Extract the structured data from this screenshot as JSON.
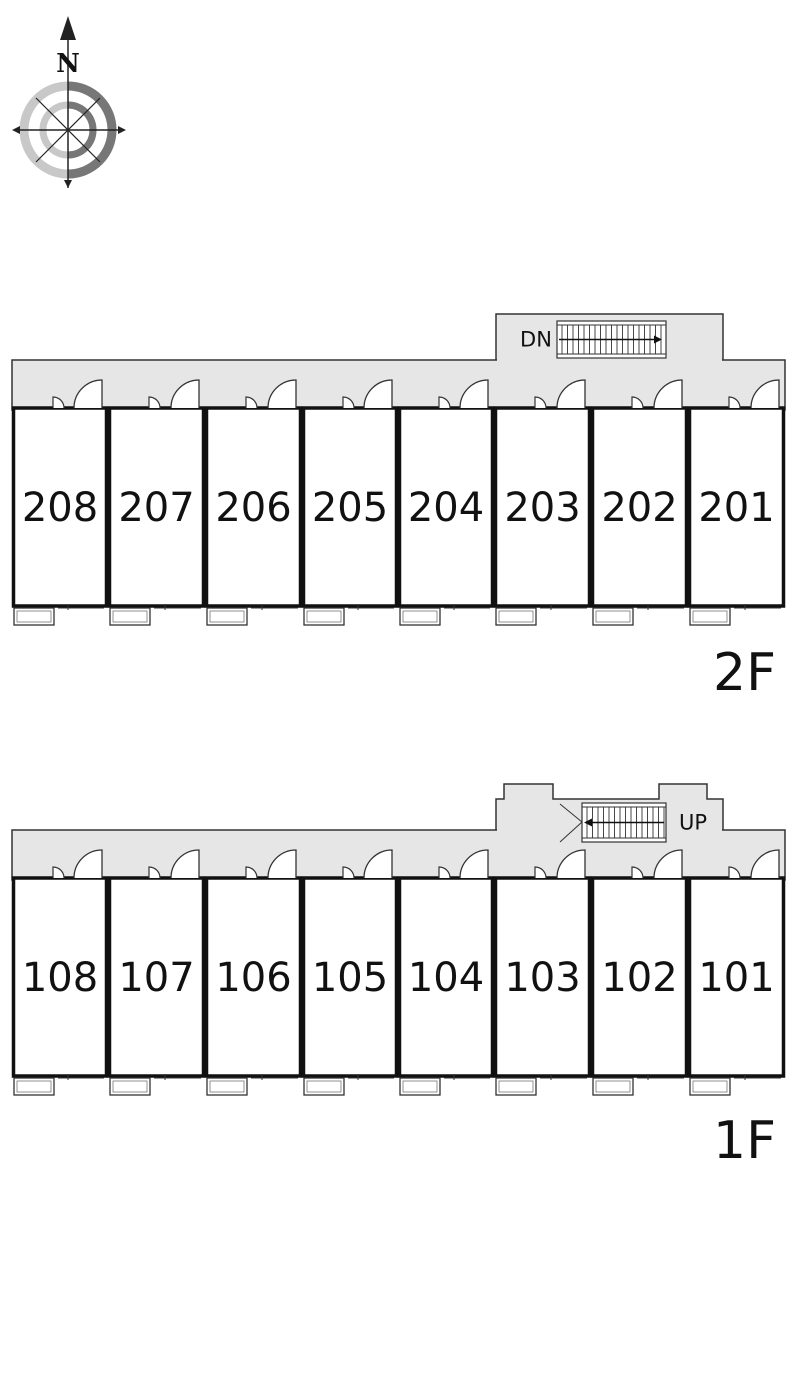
{
  "compass": {
    "north_label": "N",
    "icon": "compass-rose-icon"
  },
  "floors": [
    {
      "id": "2f",
      "label": "2F",
      "stair_label": "DN",
      "rooms": [
        "208",
        "207",
        "206",
        "205",
        "204",
        "203",
        "202",
        "201"
      ]
    },
    {
      "id": "1f",
      "label": "1F",
      "stair_label": "UP",
      "rooms": [
        "108",
        "107",
        "106",
        "105",
        "104",
        "103",
        "102",
        "101"
      ]
    }
  ],
  "colors": {
    "corridor": "#e6e6e6",
    "wall": "#111111",
    "stroke": "#333333",
    "background": "#ffffff"
  }
}
